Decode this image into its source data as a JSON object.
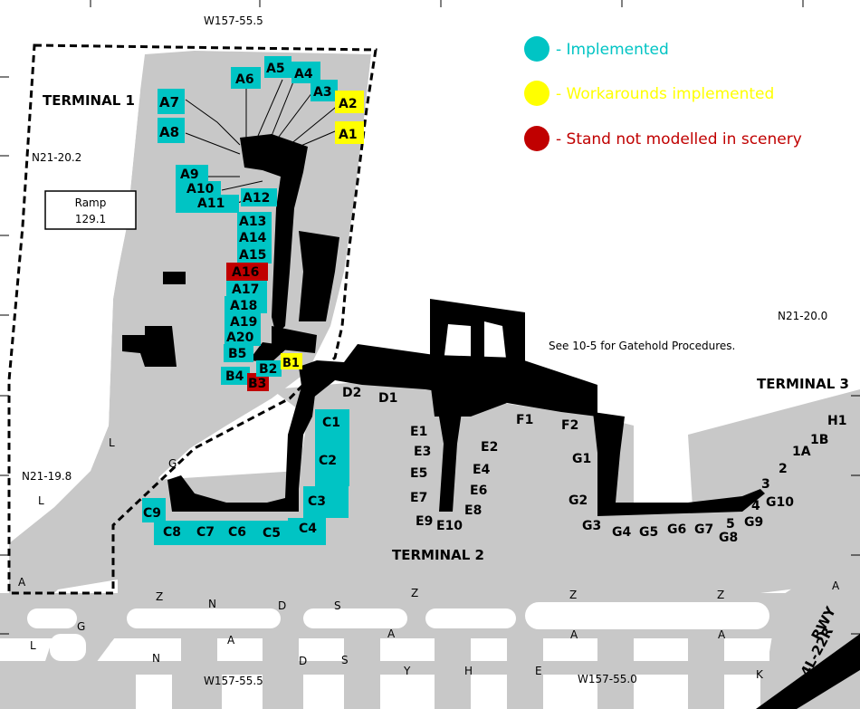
{
  "colors": {
    "implemented": "#00c4c4",
    "workaround": "#ffff00",
    "not_modelled": "#c00000",
    "pavement": "#c8c8c8",
    "building": "#000000"
  },
  "legend": [
    {
      "text": "- Implemented",
      "color": "#00c4c4"
    },
    {
      "text": "- Workarounds implemented",
      "color": "#ffff00"
    },
    {
      "text": "- Stand not modelled in scenery",
      "color": "#c00000"
    }
  ],
  "coords": {
    "top": "W157-55.5",
    "bottom_left": "W157-55.5",
    "bottom_right": "W157-55.0",
    "left_top": "N21-20.2",
    "left_bottom": "N21-19.8",
    "right": "N21-20.0"
  },
  "terminals": [
    "TERMINAL 1",
    "TERMINAL 2",
    "TERMINAL 3"
  ],
  "ramp": {
    "name": "Ramp",
    "freq": "129.1"
  },
  "gatehold_note": "See 10-5 for Gatehold Procedures.",
  "runway_label": [
    "RWY",
    "4L-22R"
  ],
  "stands": {
    "A7": "implemented",
    "A8": "implemented",
    "A6": "implemented",
    "A5": "implemented",
    "A4": "implemented",
    "A3": "implemented",
    "A2": "workaround",
    "A1": "workaround",
    "A9": "implemented",
    "A10": "implemented",
    "A11": "implemented",
    "A12": "implemented",
    "A13": "implemented",
    "A14": "implemented",
    "A15": "implemented",
    "A16": "not_modelled",
    "A17": "implemented",
    "A18": "implemented",
    "A19": "implemented",
    "A20": "implemented",
    "B5": "implemented",
    "B4": "implemented",
    "B3": "not_modelled",
    "B2": "implemented",
    "B1": "workaround",
    "C1": "implemented",
    "C2": "implemented",
    "C3": "implemented",
    "C4": "implemented",
    "C5": "implemented",
    "C6": "implemented",
    "C7": "implemented",
    "C8": "implemented",
    "C9": "implemented"
  },
  "unshaded_gates": [
    "D2",
    "D1",
    "E1",
    "E2",
    "E3",
    "E4",
    "E5",
    "E6",
    "E7",
    "E8",
    "E9",
    "E10",
    "F1",
    "F2",
    "G1",
    "G2",
    "G3",
    "G4",
    "G5",
    "G6",
    "G7",
    "G8",
    "G9",
    "G10",
    "5",
    "4",
    "3",
    "2",
    "1A",
    "1B",
    "H1"
  ],
  "taxiways": [
    "L",
    "L",
    "L",
    "G",
    "A",
    "A",
    "A",
    "A",
    "Z",
    "Z",
    "Z",
    "Z",
    "N",
    "N",
    "D",
    "D",
    "S",
    "S",
    "Y",
    "H",
    "E",
    "K",
    "G",
    "A"
  ]
}
